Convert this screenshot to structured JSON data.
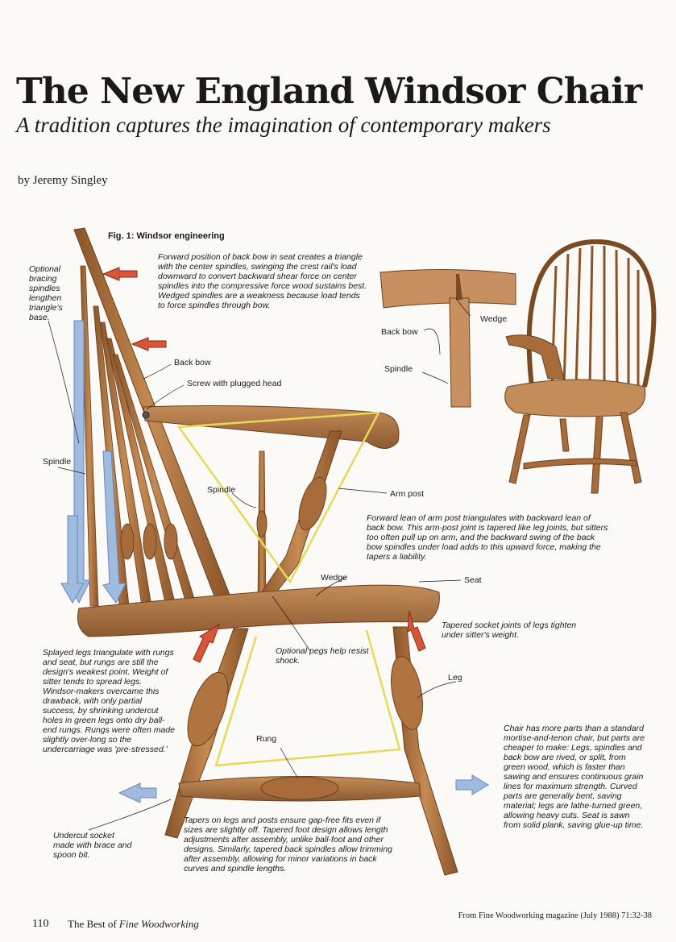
{
  "header": {
    "title": "The New England Windsor Chair",
    "subtitle": "A tradition captures the imagination of contemporary makers",
    "byline": "by Jeremy Singley"
  },
  "figure": {
    "caption": "Fig. 1: Windsor engineering",
    "notes": {
      "bracing": "Optional bracing spindles lengthen triangle's base.",
      "forward_bow": "Forward position of back bow in seat creates a triangle with the center spindles, swinging the crest rail's load downward to convert backward shear force on center spindles into the compressive force wood sustains best. Wedged spindles are a weakness because load tends to force spindles through bow.",
      "arm_post": "Forward lean of arm post triangulates with backward lean of back bow. This arm-post joint is tapered like leg joints, but sitters too often pull up on arm, and the backward swing of the back bow spindles under load adds to this upward force, making the tapers a liability.",
      "tapered_socket": "Tapered socket joints of legs tighten under sitter's weight.",
      "splayed_legs": "Splayed legs triangulate with rungs and seat, but rungs are still the design's weakest point. Weight of sitter tends to spread legs. Windsor-makers overcame this drawback, with only partial success, by shrinking undercut holes in green legs onto dry ball-end rungs. Rungs were often made slightly over-long so the undercarriage was 'pre-stressed.'",
      "optional_pegs": "Optional pegs help resist shock.",
      "parts": "Chair has more parts than a standard mortise-and-tenon chair, but parts are cheaper to make: Legs, spindles and back bow are rived, or split, from green wood, which is faster than sawing and ensures continuous grain lines for maximum strength. Curved parts are generally bent, saving material; legs are lathe-turned green, allowing heavy cuts. Seat is sawn from solid plank, saving glue-up time.",
      "undercut": "Undercut socket made with brace and spoon bit.",
      "tapers": "Tapers on legs and posts ensure gap-free fits even if sizes are slightly off. Tapered foot design allows length adjustments after assembly, unlike ball-foot and other designs. Similarly, tapered back spindles allow trimming after assembly, allowing for minor variations in back curves and spindle lengths."
    },
    "labels": {
      "back_bow": "Back bow",
      "screw": "Screw with plugged head",
      "spindle_left": "Spindle",
      "spindle_mid": "Spindle",
      "arm_post": "Arm post",
      "wedge": "Wedge",
      "seat": "Seat",
      "leg": "Leg",
      "rung": "Rung",
      "inset_back_bow": "Back bow",
      "inset_wedge": "Wedge",
      "inset_spindle": "Spindle"
    },
    "colors": {
      "wood": "#b57a45",
      "wood_dark": "#7a4a22",
      "red_arrow": "#d8553a",
      "blue_arrow": "#9fbbe0",
      "yellow_line": "#e8d85a"
    }
  },
  "footer": {
    "page_number": "110",
    "book_prefix": "The Best of ",
    "book_title": "Fine Woodworking",
    "source": "From Fine Woodworking magazine (July 1988) 71:32-38"
  }
}
